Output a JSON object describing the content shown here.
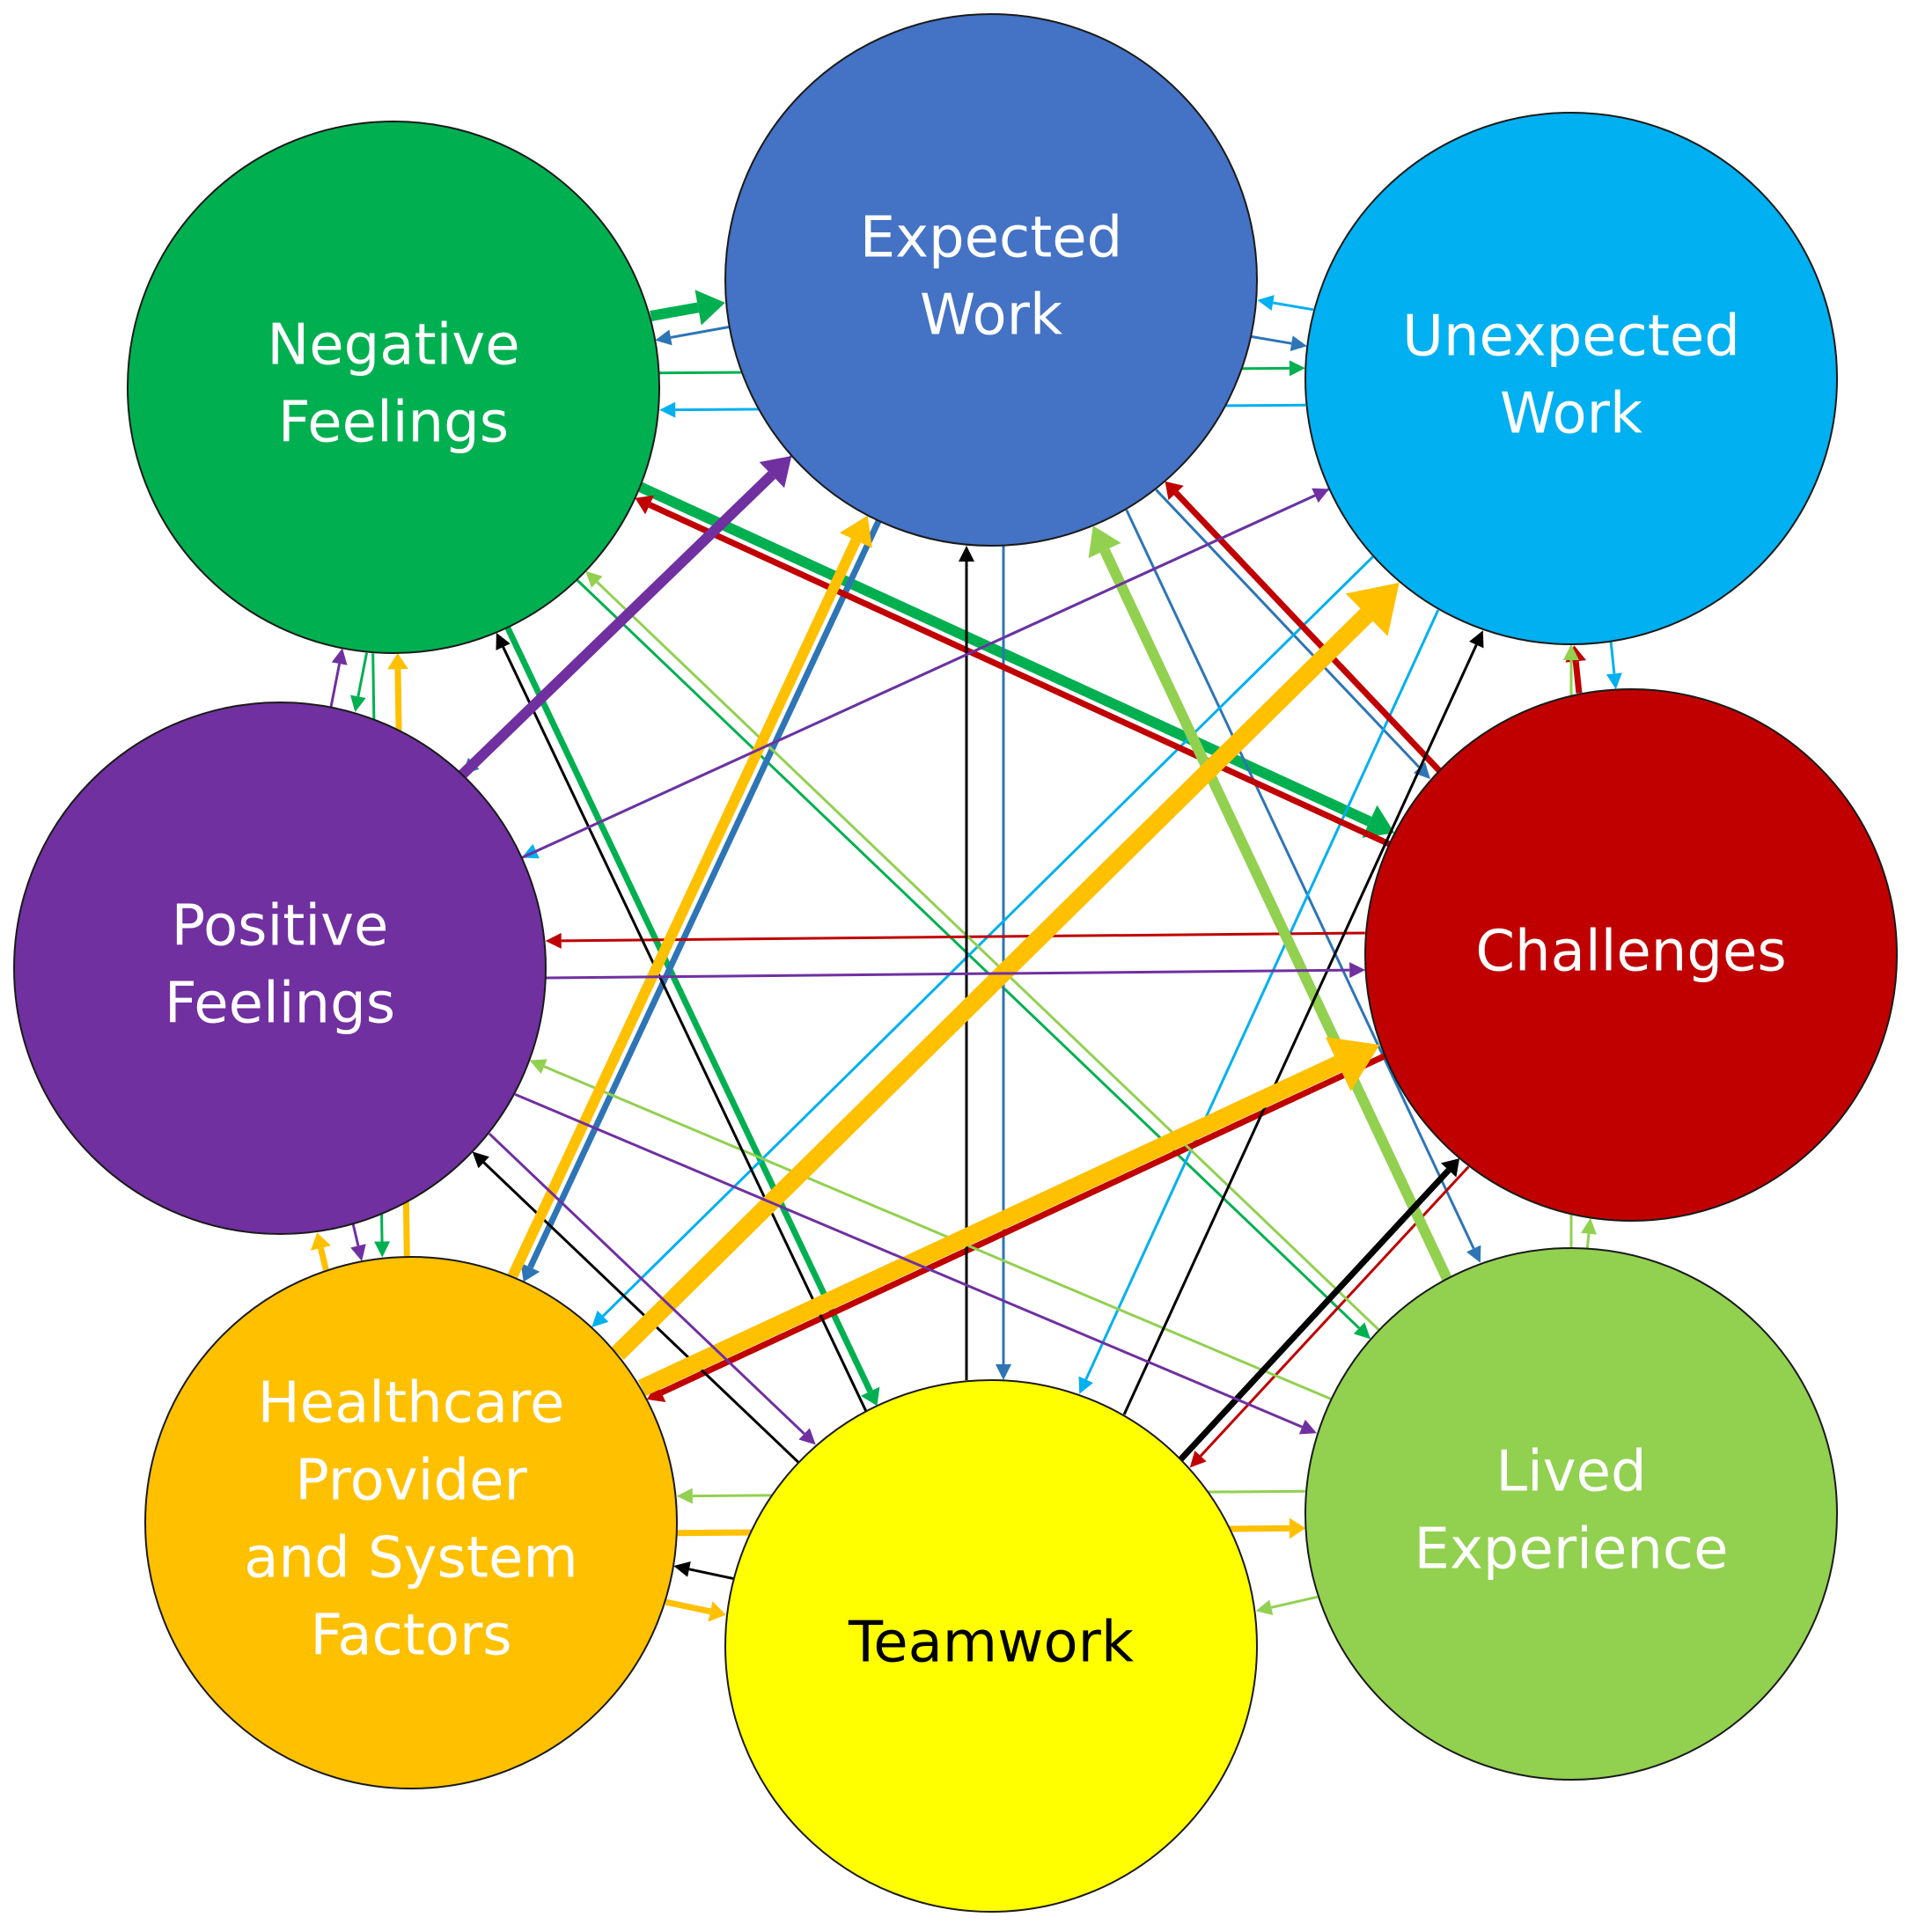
{
  "nodes": [
    {
      "id": "expected_work",
      "lines": [
        "Expected",
        "Work"
      ],
      "fill": "#4472C4",
      "text_color": "#FFFFFF"
    },
    {
      "id": "unexpected_work",
      "lines": [
        "Unexpected",
        "Work"
      ],
      "fill": "#00B0F0",
      "text_color": "#FFFFFF"
    },
    {
      "id": "challenges",
      "lines": [
        "Challenges"
      ],
      "fill": "#C00000",
      "text_color": "#FFFFFF"
    },
    {
      "id": "lived_experience",
      "lines": [
        "Lived",
        "Experience"
      ],
      "fill": "#92D050",
      "text_color": "#FFFFFF"
    },
    {
      "id": "teamwork",
      "lines": [
        "Teamwork"
      ],
      "fill": "#FFFF00",
      "text_color": "#000000"
    },
    {
      "id": "healthcare_provider",
      "lines": [
        "Healthcare",
        "Provider",
        "and System",
        "Factors"
      ],
      "fill": "#FFC000",
      "text_color": "#FFFFFF"
    },
    {
      "id": "positive_feelings",
      "lines": [
        "Positive",
        "Feelings"
      ],
      "fill": "#7030A0",
      "text_color": "#FFFFFF"
    },
    {
      "id": "negative_feelings",
      "lines": [
        "Negative",
        "Feelings"
      ],
      "fill": "#00B050",
      "text_color": "#FFFFFF"
    }
  ],
  "edges": [
    {
      "from": "negative_feelings",
      "to": "expected_work",
      "weight": 3,
      "color": "#00B050"
    },
    {
      "from": "negative_feelings",
      "to": "challenges",
      "weight": 3,
      "color": "#00B050"
    },
    {
      "from": "negative_feelings",
      "to": "teamwork",
      "weight": 2,
      "color": "#00B050"
    },
    {
      "from": "negative_feelings",
      "to": "lived_experience",
      "weight": 1,
      "color": "#00B050"
    },
    {
      "from": "negative_feelings",
      "to": "healthcare_provider",
      "weight": 1,
      "color": "#00B050"
    },
    {
      "from": "negative_feelings",
      "to": "positive_feelings",
      "weight": 1,
      "color": "#00B050"
    },
    {
      "from": "negative_feelings",
      "to": "unexpected_work",
      "weight": 1,
      "color": "#00B050"
    },
    {
      "from": "expected_work",
      "to": "negative_feelings",
      "weight": 1,
      "color": "#2E75B6"
    },
    {
      "from": "expected_work",
      "to": "unexpected_work",
      "weight": 1,
      "color": "#2E75B6"
    },
    {
      "from": "expected_work",
      "to": "challenges",
      "weight": 1,
      "color": "#2E75B6"
    },
    {
      "from": "expected_work",
      "to": "lived_experience",
      "weight": 1,
      "color": "#2E75B6"
    },
    {
      "from": "expected_work",
      "to": "teamwork",
      "weight": 1,
      "color": "#2E75B6"
    },
    {
      "from": "expected_work",
      "to": "healthcare_provider",
      "weight": 2,
      "color": "#2E75B6"
    },
    {
      "from": "expected_work",
      "to": "positive_feelings",
      "weight": 1,
      "color": "#2E75B6"
    },
    {
      "from": "unexpected_work",
      "to": "expected_work",
      "weight": 1,
      "color": "#00B0F0"
    },
    {
      "from": "unexpected_work",
      "to": "negative_feelings",
      "weight": 1,
      "color": "#00B0F0"
    },
    {
      "from": "unexpected_work",
      "to": "challenges",
      "weight": 1,
      "color": "#00B0F0"
    },
    {
      "from": "unexpected_work",
      "to": "positive_feelings",
      "weight": 1,
      "color": "#00B0F0"
    },
    {
      "from": "unexpected_work",
      "to": "healthcare_provider",
      "weight": 1,
      "color": "#00B0F0"
    },
    {
      "from": "unexpected_work",
      "to": "teamwork",
      "weight": 1,
      "color": "#00B0F0"
    },
    {
      "from": "challenges",
      "to": "unexpected_work",
      "weight": 2,
      "color": "#C00000"
    },
    {
      "from": "challenges",
      "to": "expected_work",
      "weight": 2,
      "color": "#C00000"
    },
    {
      "from": "challenges",
      "to": "negative_feelings",
      "weight": 2,
      "color": "#C00000"
    },
    {
      "from": "challenges",
      "to": "healthcare_provider",
      "weight": 2,
      "color": "#C00000"
    },
    {
      "from": "challenges",
      "to": "positive_feelings",
      "weight": 1,
      "color": "#C00000"
    },
    {
      "from": "challenges",
      "to": "teamwork",
      "weight": 1,
      "color": "#C00000"
    },
    {
      "from": "lived_experience",
      "to": "expected_work",
      "weight": 3,
      "color": "#92D050"
    },
    {
      "from": "lived_experience",
      "to": "negative_feelings",
      "weight": 1,
      "color": "#92D050"
    },
    {
      "from": "lived_experience",
      "to": "positive_feelings",
      "weight": 1,
      "color": "#92D050"
    },
    {
      "from": "lived_experience",
      "to": "healthcare_provider",
      "weight": 1,
      "color": "#92D050"
    },
    {
      "from": "lived_experience",
      "to": "teamwork",
      "weight": 1,
      "color": "#92D050"
    },
    {
      "from": "lived_experience",
      "to": "challenges",
      "weight": 1,
      "color": "#92D050"
    },
    {
      "from": "lived_experience",
      "to": "unexpected_work",
      "weight": 1,
      "color": "#92D050"
    },
    {
      "from": "teamwork",
      "to": "challenges",
      "weight": 2,
      "color": "#000000"
    },
    {
      "from": "teamwork",
      "to": "unexpected_work",
      "weight": 1,
      "color": "#000000"
    },
    {
      "from": "teamwork",
      "to": "expected_work",
      "weight": 1,
      "color": "#000000"
    },
    {
      "from": "teamwork",
      "to": "negative_feelings",
      "weight": 1,
      "color": "#000000"
    },
    {
      "from": "teamwork",
      "to": "positive_feelings",
      "weight": 1,
      "color": "#000000"
    },
    {
      "from": "teamwork",
      "to": "healthcare_provider",
      "weight": 1,
      "color": "#000000"
    },
    {
      "from": "healthcare_provider",
      "to": "unexpected_work",
      "weight": 4,
      "color": "#FFC000"
    },
    {
      "from": "healthcare_provider",
      "to": "challenges",
      "weight": 4,
      "color": "#FFC000"
    },
    {
      "from": "healthcare_provider",
      "to": "expected_work",
      "weight": 3,
      "color": "#FFC000"
    },
    {
      "from": "healthcare_provider",
      "to": "negative_feelings",
      "weight": 2,
      "color": "#FFC000"
    },
    {
      "from": "healthcare_provider",
      "to": "lived_experience",
      "weight": 2,
      "color": "#FFC000"
    },
    {
      "from": "healthcare_provider",
      "to": "teamwork",
      "weight": 2,
      "color": "#FFC000"
    },
    {
      "from": "healthcare_provider",
      "to": "positive_feelings",
      "weight": 2,
      "color": "#FFC000"
    },
    {
      "from": "positive_feelings",
      "to": "expected_work",
      "weight": 3,
      "color": "#7030A0"
    },
    {
      "from": "positive_feelings",
      "to": "unexpected_work",
      "weight": 1,
      "color": "#7030A0"
    },
    {
      "from": "positive_feelings",
      "to": "challenges",
      "weight": 1,
      "color": "#7030A0"
    },
    {
      "from": "positive_feelings",
      "to": "lived_experience",
      "weight": 1,
      "color": "#7030A0"
    },
    {
      "from": "positive_feelings",
      "to": "teamwork",
      "weight": 1,
      "color": "#7030A0"
    },
    {
      "from": "positive_feelings",
      "to": "healthcare_provider",
      "weight": 1,
      "color": "#7030A0"
    },
    {
      "from": "positive_feelings",
      "to": "negative_feelings",
      "weight": 1,
      "color": "#7030A0"
    }
  ]
}
